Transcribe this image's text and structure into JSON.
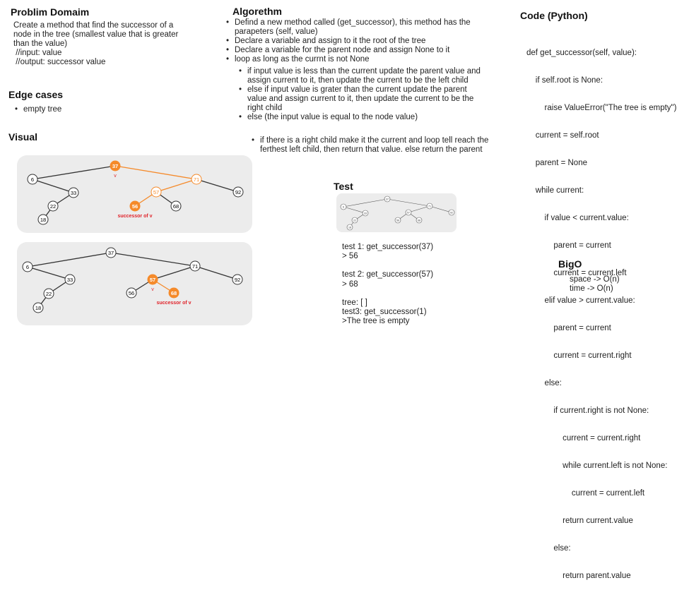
{
  "problem": {
    "heading": "Problim Domaim",
    "lines": [
      "Create a method that find the successor of a",
      "node in the tree (smallest value that is greater",
      "than the value)",
      " //input: value",
      " //output: successor value"
    ]
  },
  "edge": {
    "heading": "Edge cases",
    "items": [
      "empty tree"
    ]
  },
  "visual": {
    "heading": "Visual",
    "tree1": {
      "nodes": [
        "37",
        "6",
        "33",
        "22",
        "18",
        "71",
        "57",
        "56",
        "68",
        "92"
      ],
      "v_label": "v",
      "successor_label": "successor of v"
    },
    "tree2": {
      "nodes": [
        "37",
        "6",
        "33",
        "22",
        "18",
        "71",
        "57",
        "56",
        "68",
        "92"
      ],
      "v_label": "v",
      "successor_label": "successor of v"
    }
  },
  "algorithm": {
    "heading": "Algorethm",
    "items": [
      "Defind a new method called (get_successor), this method has the parapeters (self, value)",
      "Declare a variable and assign to it the root of the tree",
      "Declare a variable for the parent node and assign None to it",
      "loop as long as the currnt is not None"
    ],
    "sub1": [
      "if input value is less than the current update the parent value and assign current to it, then update the current to be the left child",
      "else if input value is grater than the current update the parent value and assign current to it, then update the current to be the right child",
      "else (the input value is equal to the node value)"
    ],
    "sub2": [
      "if there is a right child make it the current and loop tell reach the ferthest left child, then return that value. else return the parent"
    ]
  },
  "test": {
    "heading": "Test",
    "thumb_nodes": [
      "37",
      "6",
      "33",
      "22",
      "18",
      "71",
      "57",
      "56",
      "68",
      "92"
    ],
    "lines": [
      "test 1: get_successor(37)",
      "> 56",
      "",
      "test 2: get_successor(57)",
      "> 68",
      "",
      "tree: [ ]",
      "test3: get_successor(1)",
      ">The tree is empty"
    ]
  },
  "code": {
    "heading": "Code (Python)",
    "lines": [
      "def get_successor(self, value):",
      "    if self.root is None:",
      "        raise ValueError(\"The tree is empty\")",
      "    current = self.root",
      "    parent = None",
      "    while current:",
      "        if value < current.value:",
      "            parent = current",
      "            current = current.left",
      "        elif value > current.value:",
      "            parent = current",
      "            current = current.right",
      "        else:",
      "            if current.right is not None:",
      "                current = current.right",
      "                while current.left is not None:",
      "                    current = current.left",
      "                return current.value",
      "            else:",
      "                return parent.value"
    ]
  },
  "bigo": {
    "heading": "BigO",
    "lines": [
      "space -> O(n)",
      "time -> O(n)"
    ]
  },
  "colors": {
    "highlight": "#f58a2a",
    "label_red": "#e0242b",
    "panel": "#ececec",
    "stroke": "#333333"
  }
}
